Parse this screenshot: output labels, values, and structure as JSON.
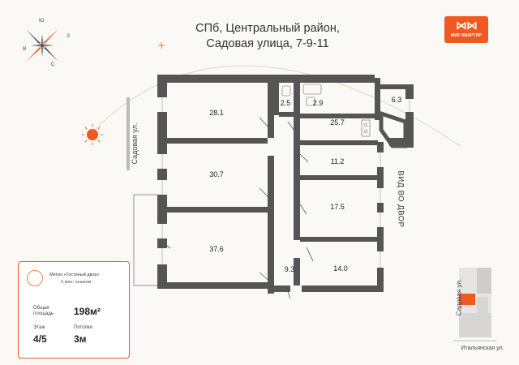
{
  "header": {
    "title_line1": "СПб, Центральный район,",
    "title_line2": "Садовая улица, 7-9-11"
  },
  "logo": {
    "text": "МИР КВАРТИР",
    "color": "#f05a22"
  },
  "compass": {
    "north": "Ю",
    "east": "З",
    "south": "С",
    "west": "В"
  },
  "street_left": "Садовая ул.",
  "yard_label": "ВИД ВО ДВОР",
  "rooms": [
    "28.1",
    "2.5",
    "2.9",
    "6.3",
    "25.7",
    "30.7",
    "11.2",
    "17.5",
    "37.6",
    "9.3",
    "14.0"
  ],
  "info_card": {
    "metro_name": "Метро «Гостиный двор»",
    "metro_walk": "3 мин. пешком",
    "area_label_1": "Общая",
    "area_label_2": "площадь",
    "area_value": "198м²",
    "floor_label": "Этаж",
    "floor_value": "4/5",
    "ceiling_label": "Потолки",
    "ceiling_value": "3м"
  },
  "mini_map": {
    "street_vertical": "Садовая ул.",
    "street_horizontal": "Итальянская ул."
  },
  "colors": {
    "wall": "#5a5a5a",
    "accent": "#f05a22",
    "sun": "#f05a22"
  }
}
